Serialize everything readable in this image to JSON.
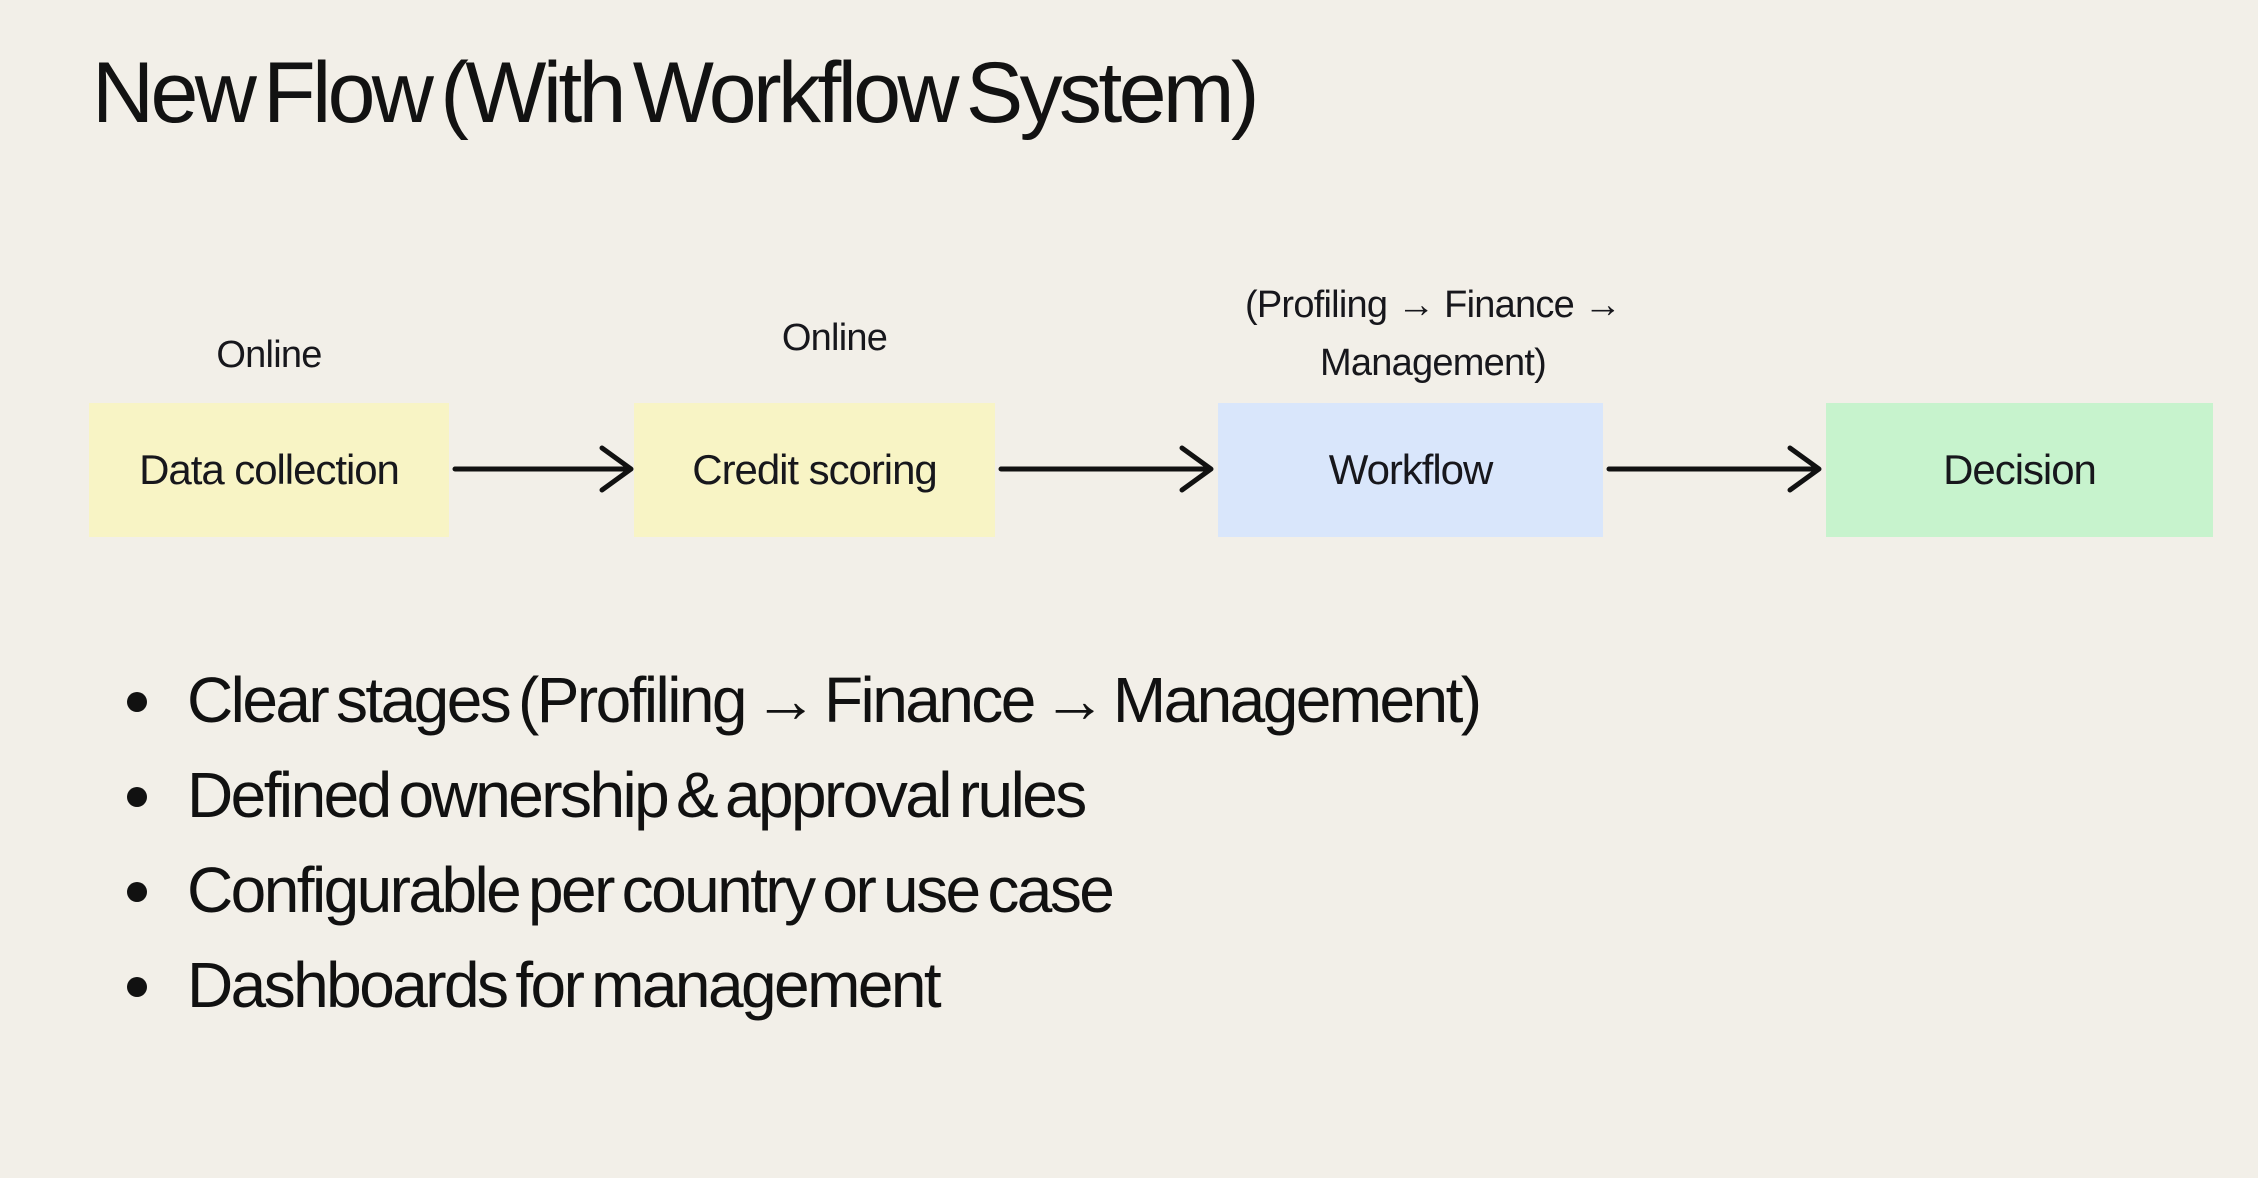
{
  "page": {
    "background": "#f2efe8",
    "text_color": "#141414",
    "arrow_color": "#111111"
  },
  "title": "New Flow (With Workflow System)",
  "flow": {
    "nodes": [
      {
        "label": "Data collection",
        "color": "#f8f4c5",
        "note_lines": [
          "Online"
        ]
      },
      {
        "label": "Credit scoring",
        "color": "#f8f4c5",
        "note_lines": [
          "Online"
        ]
      },
      {
        "label": "Workflow",
        "color": "#d9e6fb",
        "note_lines": [
          "(Profiling → Finance →",
          "Management)"
        ]
      },
      {
        "label": "Decision",
        "color": "#c7f3cd",
        "note_lines": []
      }
    ]
  },
  "bullets": [
    "Clear stages (Profiling → Finance → Management)",
    "Defined ownership & approval rules",
    "Configurable per country or use case",
    "Dashboards for management"
  ]
}
